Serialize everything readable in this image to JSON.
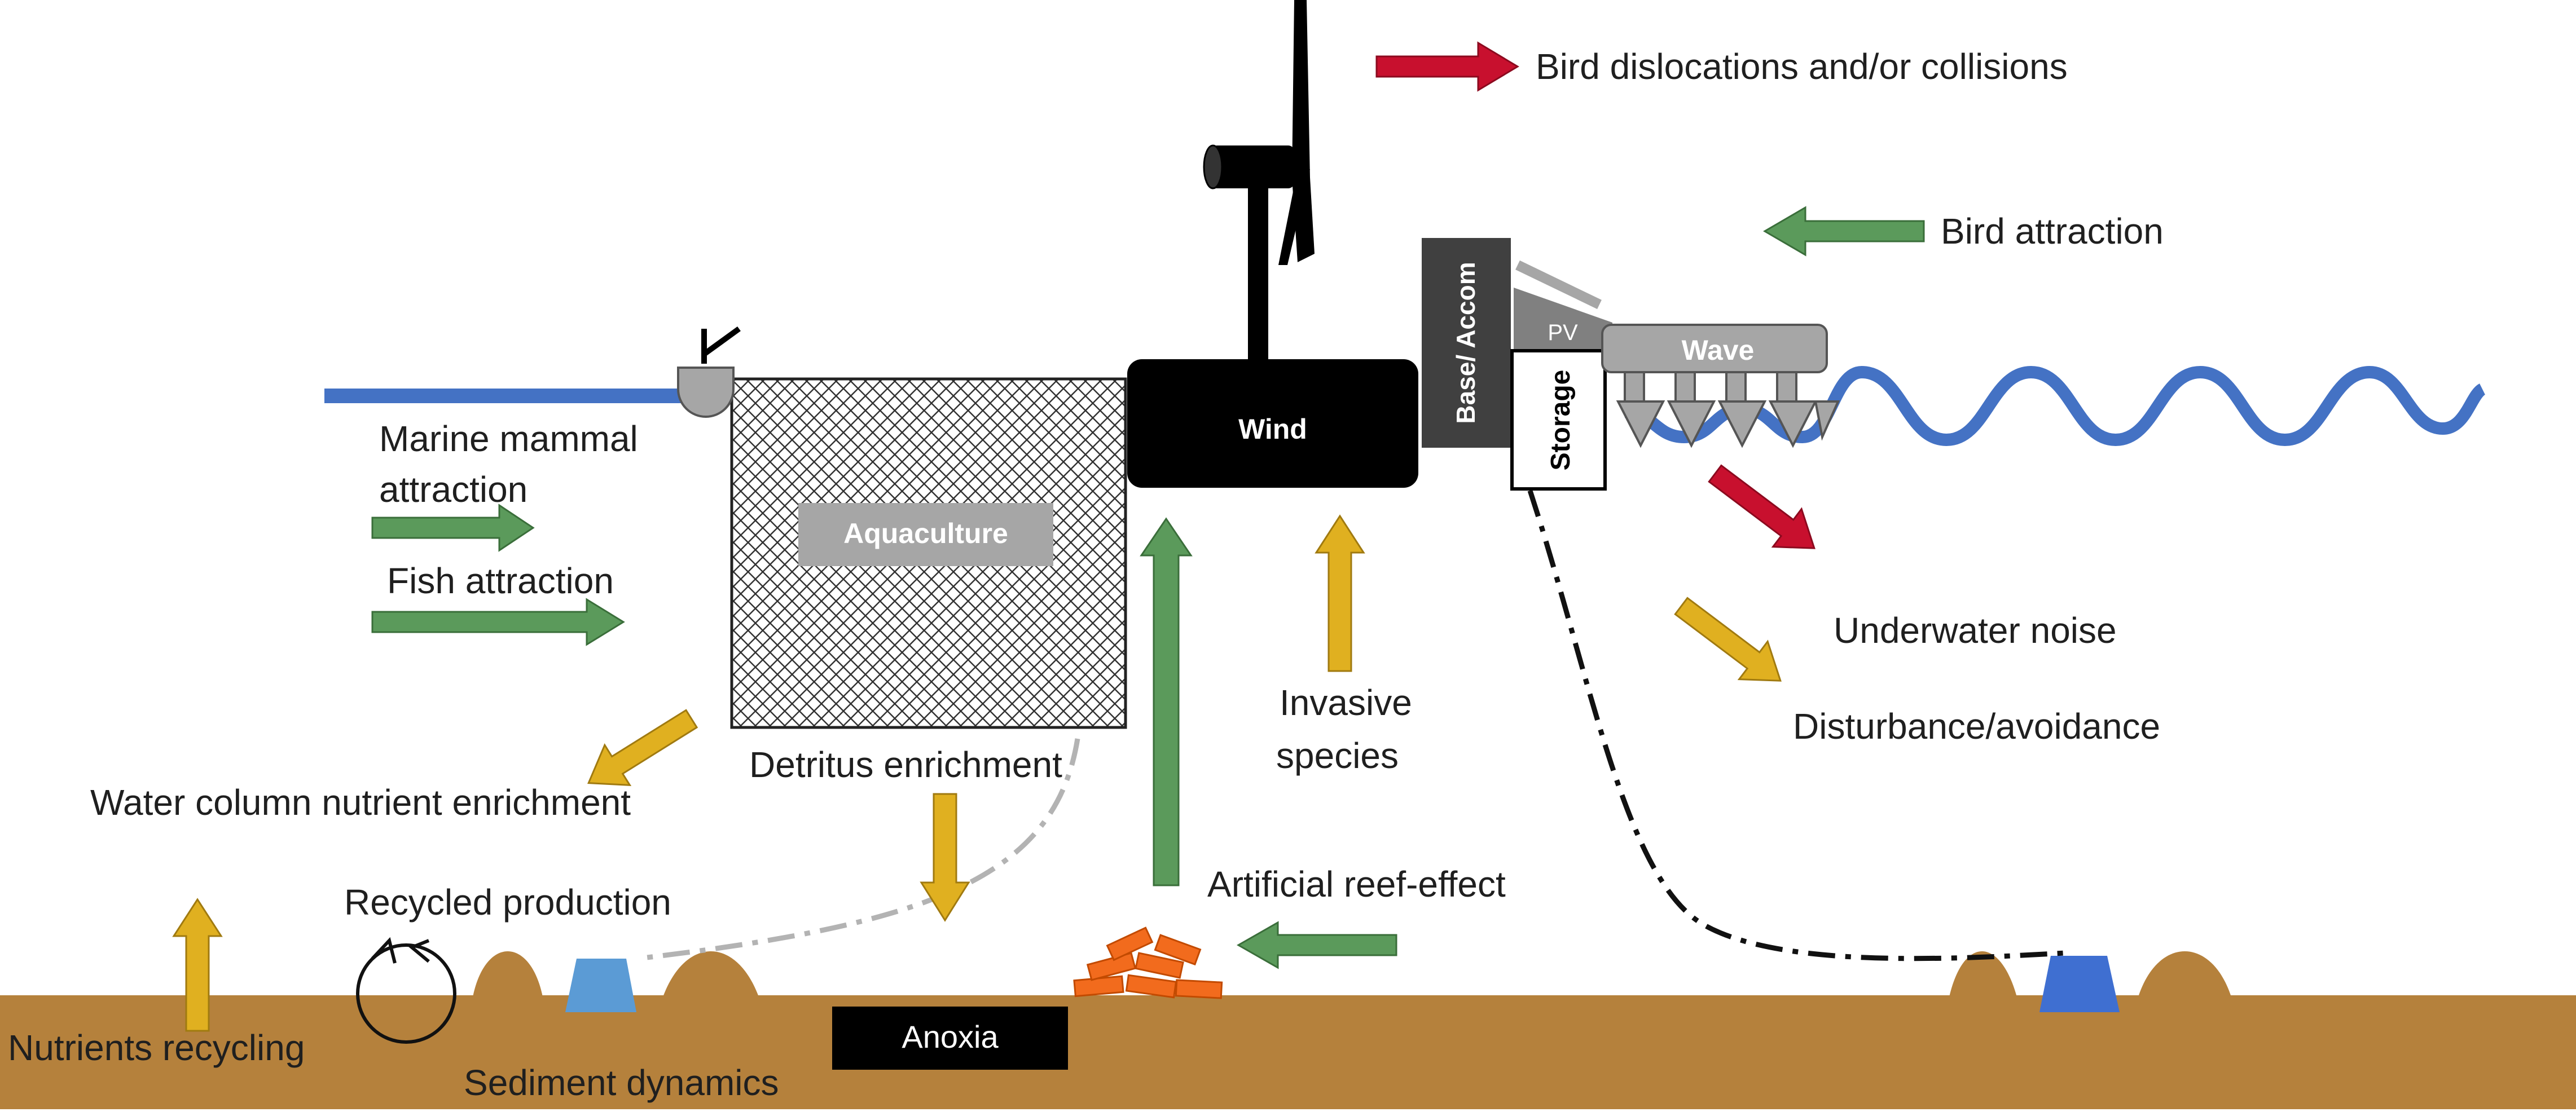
{
  "colors": {
    "seabed": "#b5813c",
    "sea_surface": "#4472c4",
    "positive_effect": "#5b9a5b",
    "negative_effect": "#c8102e",
    "neutral_effect": "#e0b020",
    "anchor_block_left": "#5b9bd5",
    "anchor_block_right": "#3f6fd1",
    "reef": "#f26b1d",
    "structure_dark": "#000000",
    "structure_grey": "#a6a6a6"
  },
  "labels": {
    "bird_dislocations": "Bird dislocations and/or collisions",
    "bird_attraction": "Bird attraction",
    "marine_mammal_line1": "Marine mammal",
    "marine_mammal_line2": "attraction",
    "fish_attraction": "Fish attraction",
    "water_column": "Water column nutrient enrichment",
    "detritus": "Detritus enrichment",
    "recycled_production": "Recycled production",
    "nutrients_recycling": "Nutrients recycling",
    "sediment_dynamics": "Sediment dynamics",
    "artificial_reef": "Artificial reef-effect",
    "invasive_line1": "Invasive",
    "invasive_line2": "species",
    "underwater_noise": "Underwater  noise",
    "disturbance": "Disturbance/avoidance"
  },
  "structures": {
    "wind": "Wind",
    "aquaculture": "Aquaculture",
    "base_accom": "Base/ Accom",
    "pv": "PV",
    "wave": "Wave",
    "storage": "Storage",
    "anoxia": "Anoxia"
  }
}
